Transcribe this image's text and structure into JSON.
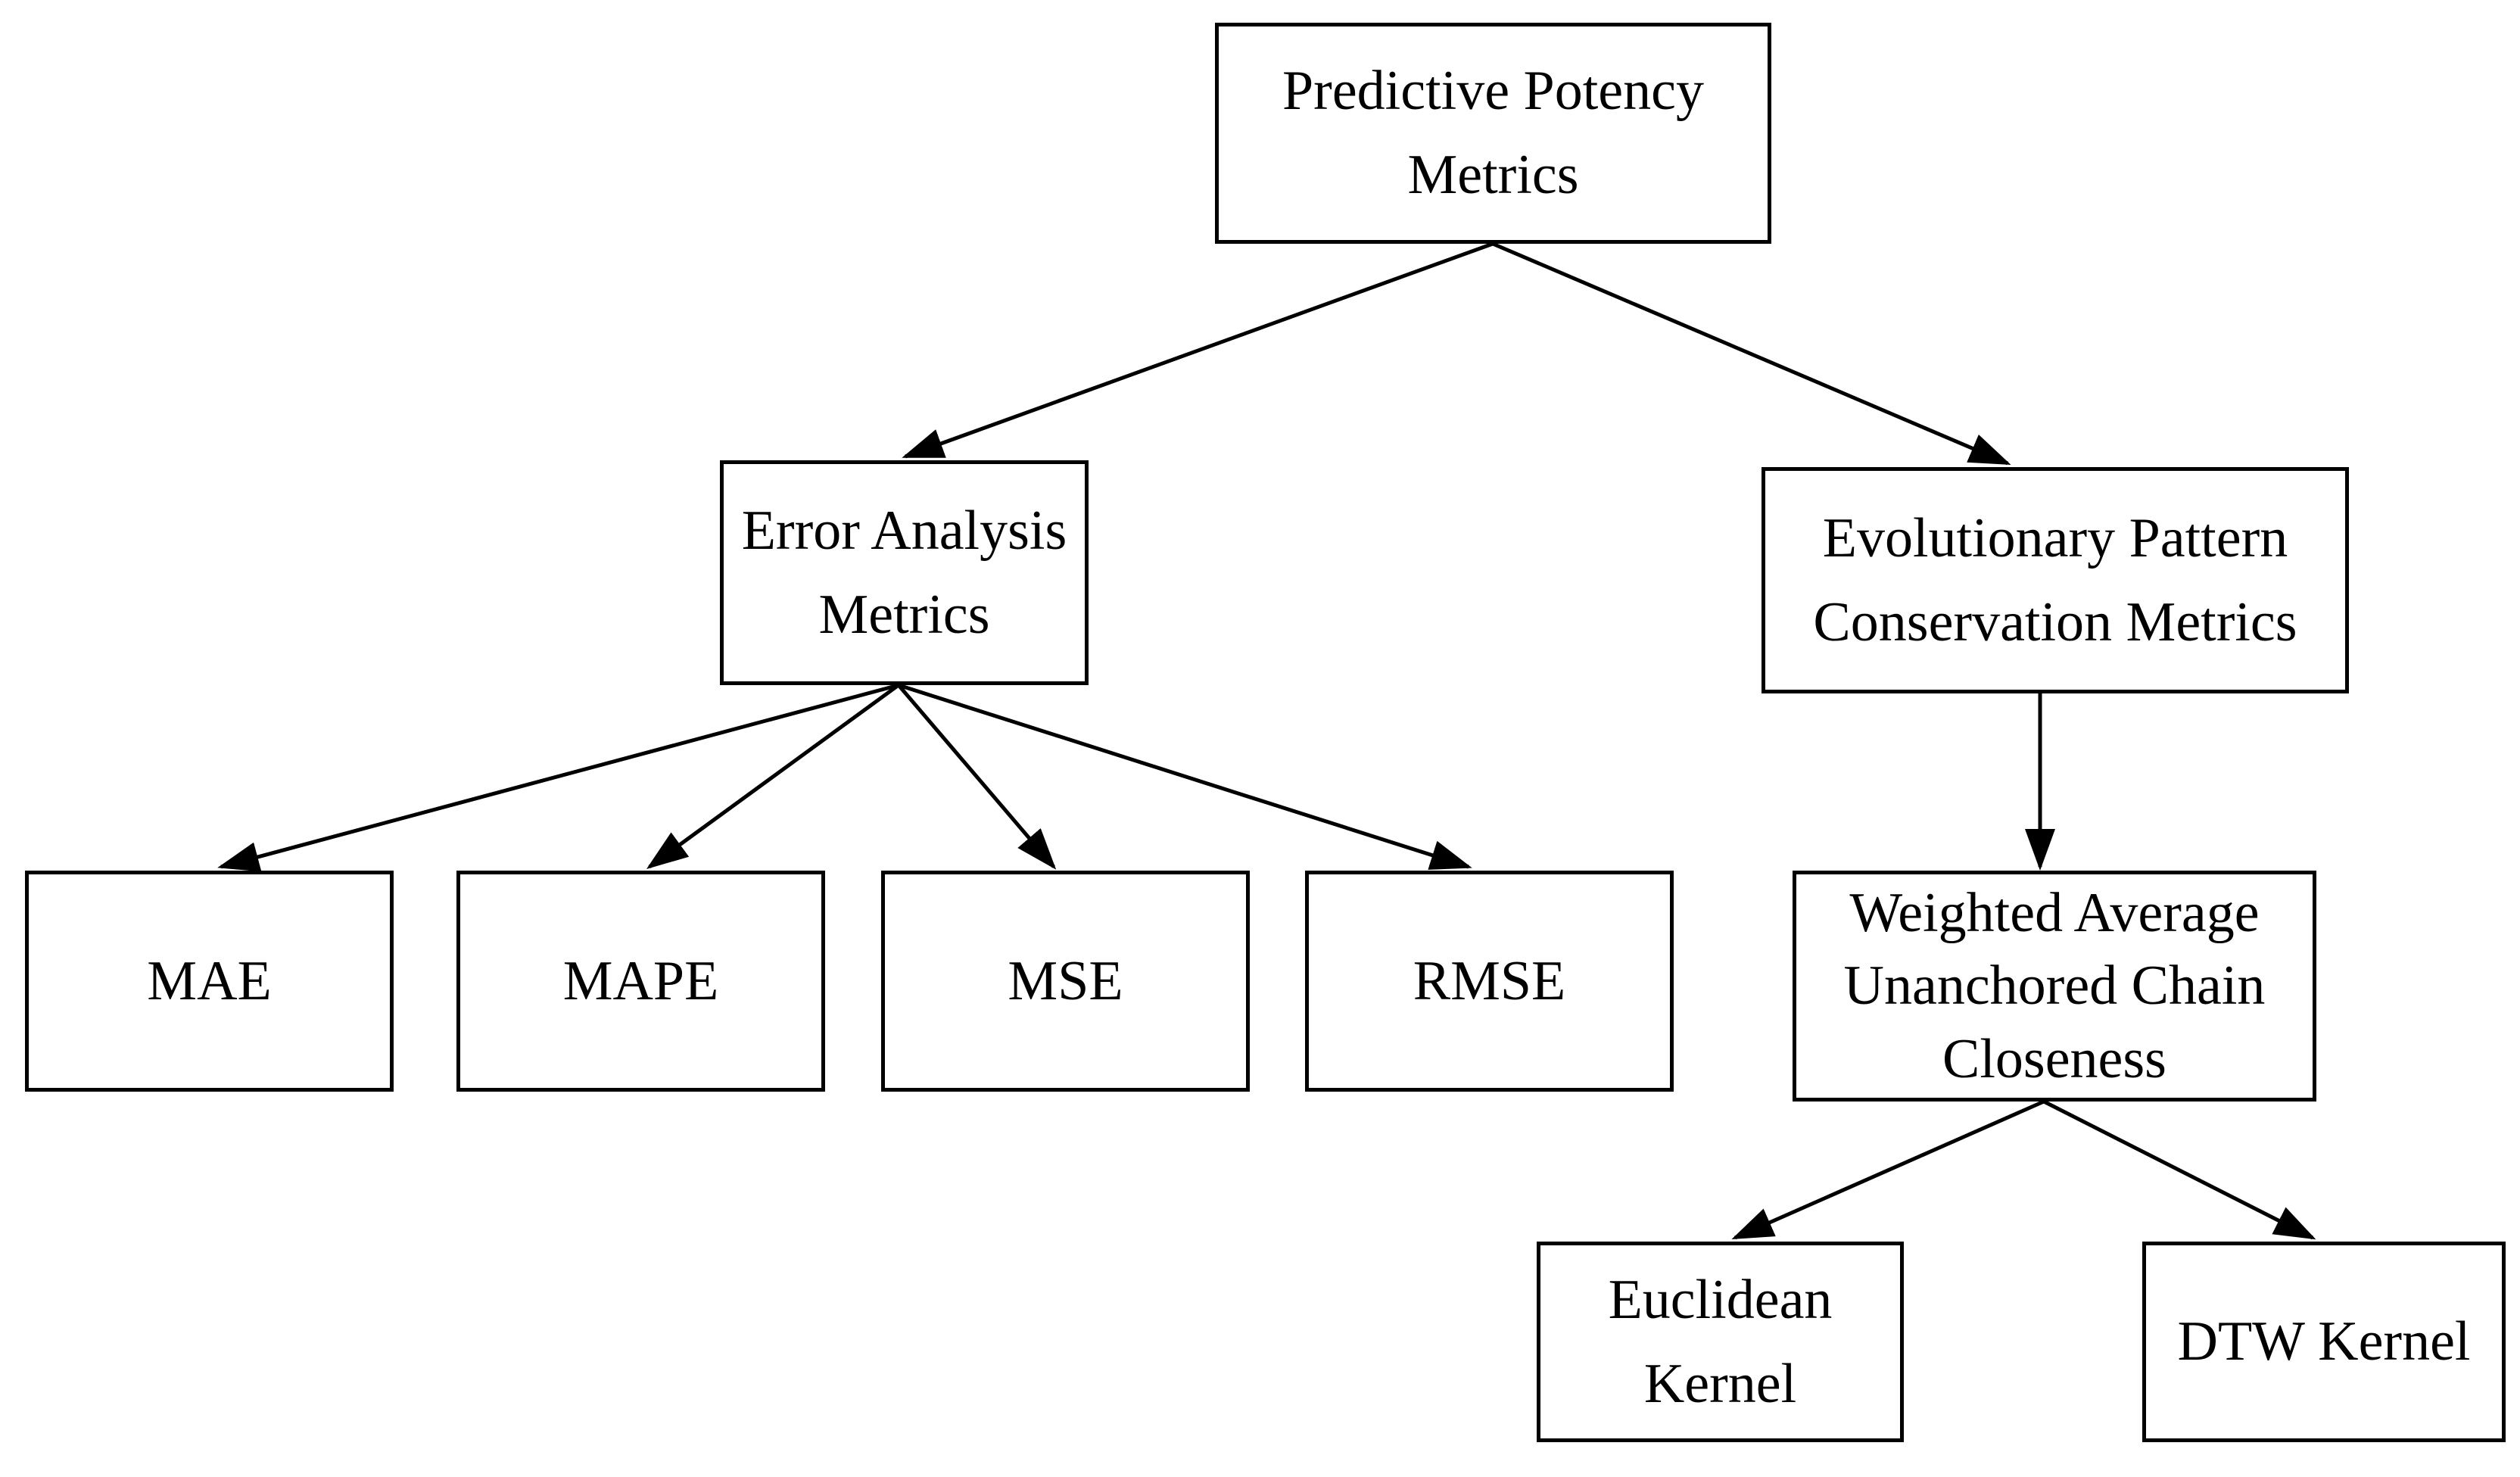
{
  "diagram": {
    "title": "Predictive Potency Metrics hierarchy",
    "background_color": "#ffffff",
    "line_color": "#000000",
    "nodes": [
      {
        "id": "root",
        "label": "Predictive Potency\nMetrics"
      },
      {
        "id": "error",
        "label": "Error Analysis\nMetrics"
      },
      {
        "id": "evo",
        "label": "Evolutionary Pattern\nConservation Metrics"
      },
      {
        "id": "mae",
        "label": "MAE"
      },
      {
        "id": "mape",
        "label": "MAPE"
      },
      {
        "id": "mse",
        "label": "MSE"
      },
      {
        "id": "rmse",
        "label": "RMSE"
      },
      {
        "id": "weighted",
        "label": "Weighted Average\nUnanchored Chain\nCloseness"
      },
      {
        "id": "euclid",
        "label": "Euclidean\nKernel"
      },
      {
        "id": "dtw",
        "label": "DTW Kernel"
      }
    ],
    "edges": [
      {
        "from": "root",
        "to": "error"
      },
      {
        "from": "root",
        "to": "evo"
      },
      {
        "from": "error",
        "to": "mae"
      },
      {
        "from": "error",
        "to": "mape"
      },
      {
        "from": "error",
        "to": "mse"
      },
      {
        "from": "error",
        "to": "rmse"
      },
      {
        "from": "evo",
        "to": "weighted"
      },
      {
        "from": "weighted",
        "to": "euclid"
      },
      {
        "from": "weighted",
        "to": "dtw"
      }
    ]
  }
}
